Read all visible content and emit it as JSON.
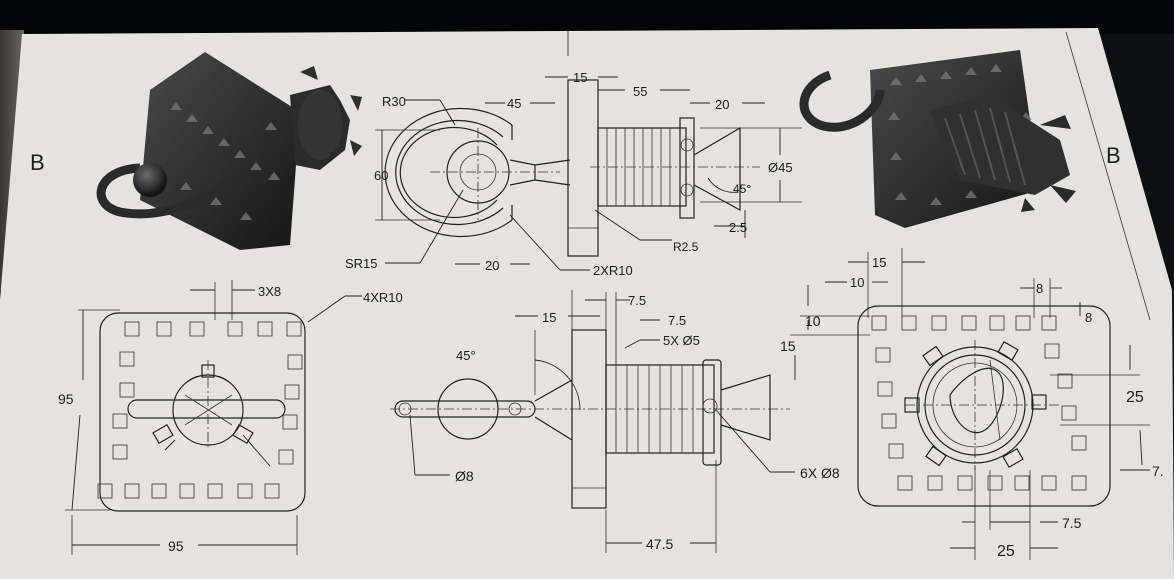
{
  "zone_letters": {
    "left": "B",
    "right": "B"
  },
  "front_view": {
    "r30": "R30",
    "d45_width": "45",
    "d60": "60",
    "sr15": "SR15",
    "d20": "20",
    "d2xr10": "2XR10",
    "d15": "15",
    "d55": "55",
    "d20_right": "20",
    "phi45": "Ø45",
    "ang45": "45°",
    "d2_5": "2.5",
    "r2_5": "R2.5"
  },
  "left_view": {
    "d3x8": "3X8",
    "d4xr10": "4XR10",
    "d95_h": "95",
    "d95_w": "95"
  },
  "section_view": {
    "d15": "15",
    "d7_5_top": "7.5",
    "d7_5": "7.5",
    "d5xphi5": "5X Ø5",
    "ang45": "45°",
    "phi8": "Ø8",
    "d6xphi8": "6X Ø8",
    "d47_5": "47.5"
  },
  "right_view": {
    "d15": "15",
    "d10_top": "10",
    "d8": "8",
    "d8_side": "8",
    "d10_left": "10",
    "d15_left": "15",
    "d25_right": "25",
    "d7_5_edge": "7.",
    "d7_5_bottom": "7.5",
    "d25_bottom": "25"
  }
}
